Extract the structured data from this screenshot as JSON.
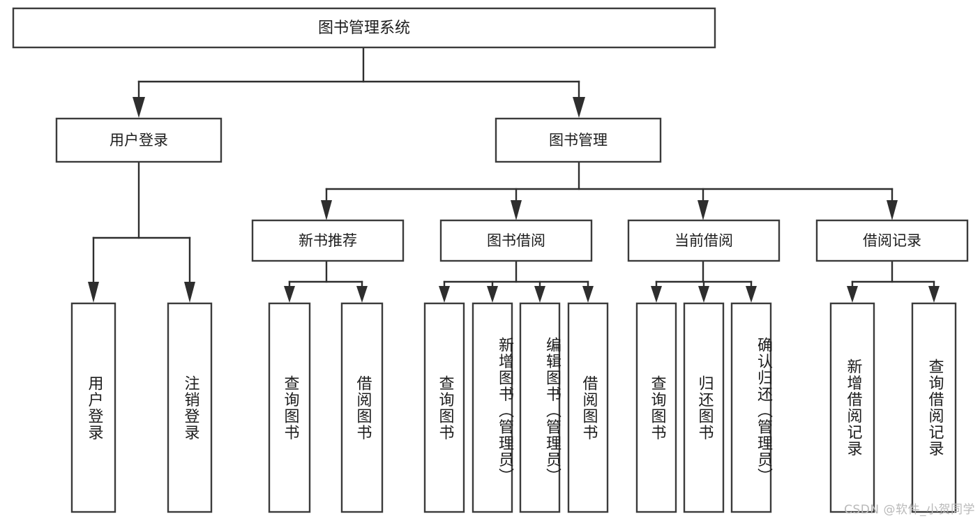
{
  "diagram": {
    "title": "图书管理系统",
    "type": "hierarchy-tree",
    "watermark": "CSDN @软件_小贺同学",
    "colors": {
      "box_stroke": "#3b3b3b",
      "connector": "#2e2e2e",
      "text": "#1c1c1c",
      "background": "#ffffff",
      "watermark": "#b9b9b9"
    },
    "levels": {
      "root": {
        "label": "图书管理系统"
      },
      "level2": [
        {
          "label": "用户登录"
        },
        {
          "label": "图书管理"
        }
      ],
      "level3": [
        {
          "label": "新书推荐"
        },
        {
          "label": "图书借阅"
        },
        {
          "label": "当前借阅"
        },
        {
          "label": "借阅记录"
        }
      ],
      "leaves": [
        {
          "label": "用户登录",
          "parent": "用户登录"
        },
        {
          "label": "注销登录",
          "parent": "用户登录"
        },
        {
          "label": "查询图书",
          "parent": "新书推荐"
        },
        {
          "label": "借阅图书",
          "parent": "新书推荐"
        },
        {
          "label": "查询图书",
          "parent": "图书借阅"
        },
        {
          "label": "新增图书（管理员）",
          "parent": "图书借阅"
        },
        {
          "label": "编辑图书（管理员）",
          "parent": "图书借阅"
        },
        {
          "label": "借阅图书",
          "parent": "图书借阅"
        },
        {
          "label": "查询图书",
          "parent": "当前借阅"
        },
        {
          "label": "归还图书",
          "parent": "当前借阅"
        },
        {
          "label": "确认归还（管理员）",
          "parent": "当前借阅"
        },
        {
          "label": "新增借阅记录",
          "parent": "借阅记录"
        },
        {
          "label": "查询借阅记录",
          "parent": "借阅记录"
        }
      ]
    }
  }
}
